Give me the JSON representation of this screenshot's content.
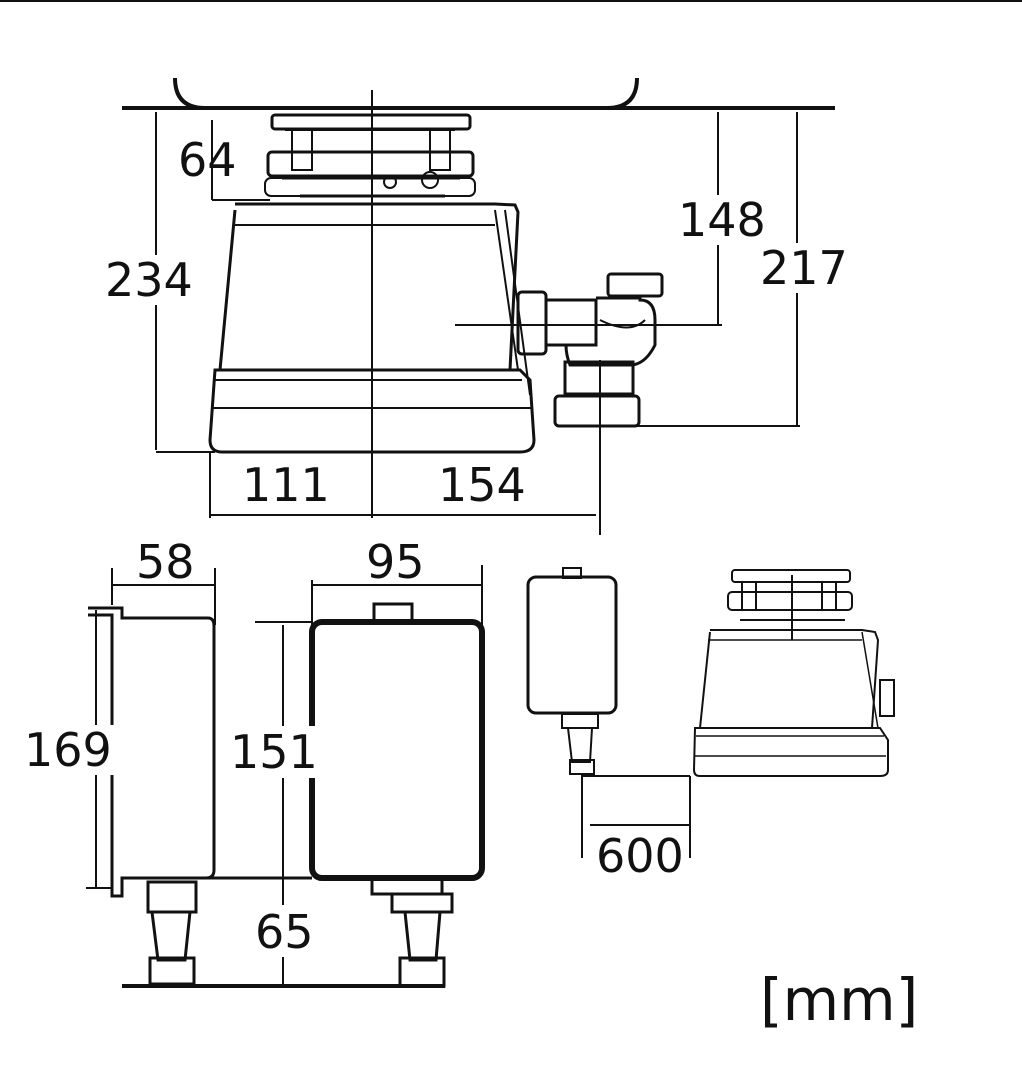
{
  "dimensions": {
    "mount_height": "64",
    "total_height": "234",
    "outlet_height": "148",
    "drain_height": "217",
    "left_width": "111",
    "right_width": "154",
    "box_depth": "58",
    "box_width": "95",
    "box_height_outer": "169",
    "box_height_inner": "151",
    "connector_length": "65",
    "cable_length": "600"
  },
  "unit_label": "[mm]",
  "colors": {
    "line": "#111111",
    "background": "#ffffff"
  }
}
